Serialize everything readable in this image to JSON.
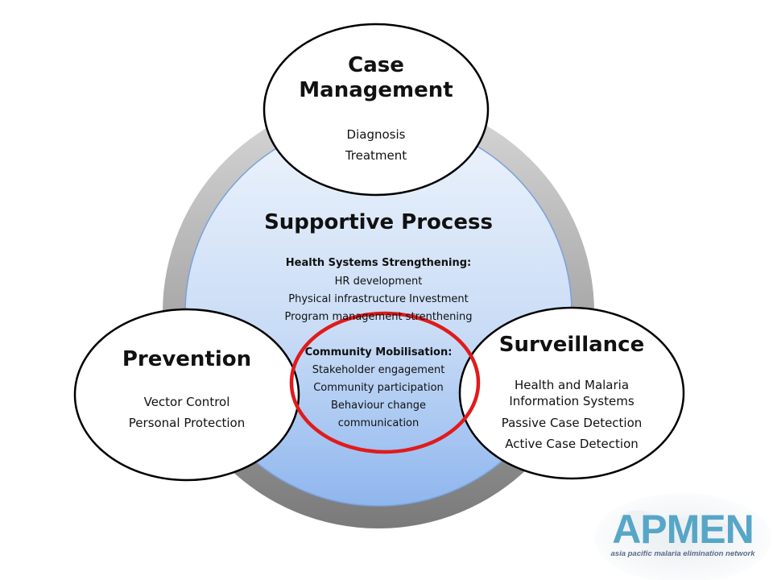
{
  "center": {
    "title": "Supportive Process",
    "hss_heading": "Health Systems Strengthening:",
    "hss_items": [
      "HR development",
      "Physical infrastructure Investment",
      "Program management strenthening"
    ],
    "community_heading": "Community Mobilisation:",
    "community_items": [
      "Stakeholder engagement",
      "Community participation",
      "Behaviour change",
      "communication"
    ]
  },
  "case_management": {
    "title_lines": [
      "Case",
      "Management"
    ],
    "items": [
      "Diagnosis",
      "Treatment"
    ]
  },
  "prevention": {
    "title": "Prevention",
    "items": [
      "Vector Control",
      "Personal Protection"
    ]
  },
  "surveillance": {
    "title": "Surveillance",
    "items": [
      "Health and Malaria",
      "Information Systems",
      "Passive Case Detection",
      "Active Case Detection"
    ]
  },
  "logo": {
    "name": "APMEN",
    "tagline": "asia pacific malaria elimination network"
  },
  "colors": {
    "highlight_ring": "#e01b1b",
    "center_fill_top": "#eef4fc",
    "center_fill_bottom": "#8fb6ee",
    "outer_ring": "#8c8c8c",
    "logo": "#57a6c7"
  }
}
